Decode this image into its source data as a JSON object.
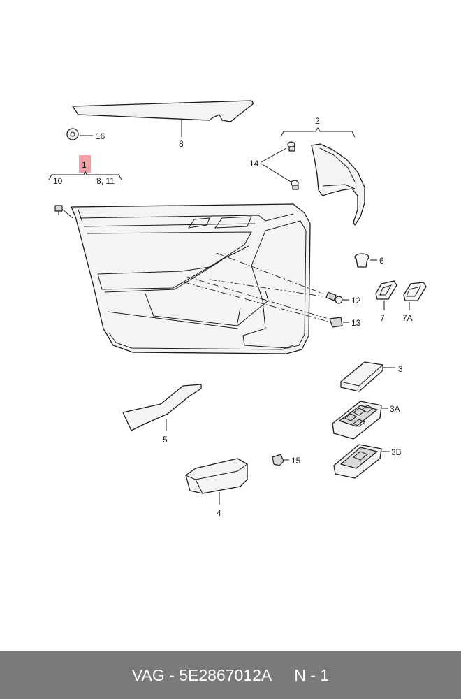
{
  "callouts": {
    "c1": "1",
    "c2": "2",
    "c3": "3",
    "c3A": "3A",
    "c3B": "3B",
    "c4": "4",
    "c5": "5",
    "c6": "6",
    "c7": "7",
    "c7A": "7A",
    "c8": "8",
    "c8_11": "8, 11",
    "c10": "10",
    "c12": "12",
    "c13": "13",
    "c14": "14",
    "c15": "15",
    "c16": "16"
  },
  "colors": {
    "highlight": "#f4a0a8",
    "footer_bg": "#7a7a7a"
  },
  "footer": {
    "brand": "VAG",
    "sep1": " - ",
    "part_number": "5E2867012A",
    "gap": "     ",
    "position": "N - 1"
  }
}
